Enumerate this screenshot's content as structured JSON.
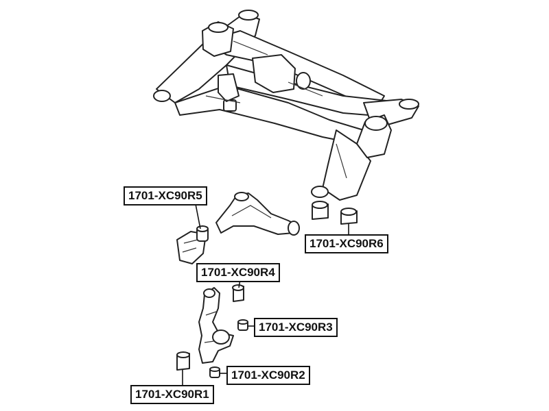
{
  "labels": {
    "r5": "1701-XC90R5",
    "r6": "1701-XC90R6",
    "r4": "1701-XC90R4",
    "r3": "1701-XC90R3",
    "r2": "1701-XC90R2",
    "r1": "1701-XC90R1"
  },
  "colors": {
    "line": "#222222",
    "background": "#ffffff"
  },
  "icons": {
    "subframe": "subframe-illustration",
    "control_arm": "control-arm-illustration",
    "knuckle": "knuckle-illustration",
    "bushing": "bushing-illustration"
  }
}
